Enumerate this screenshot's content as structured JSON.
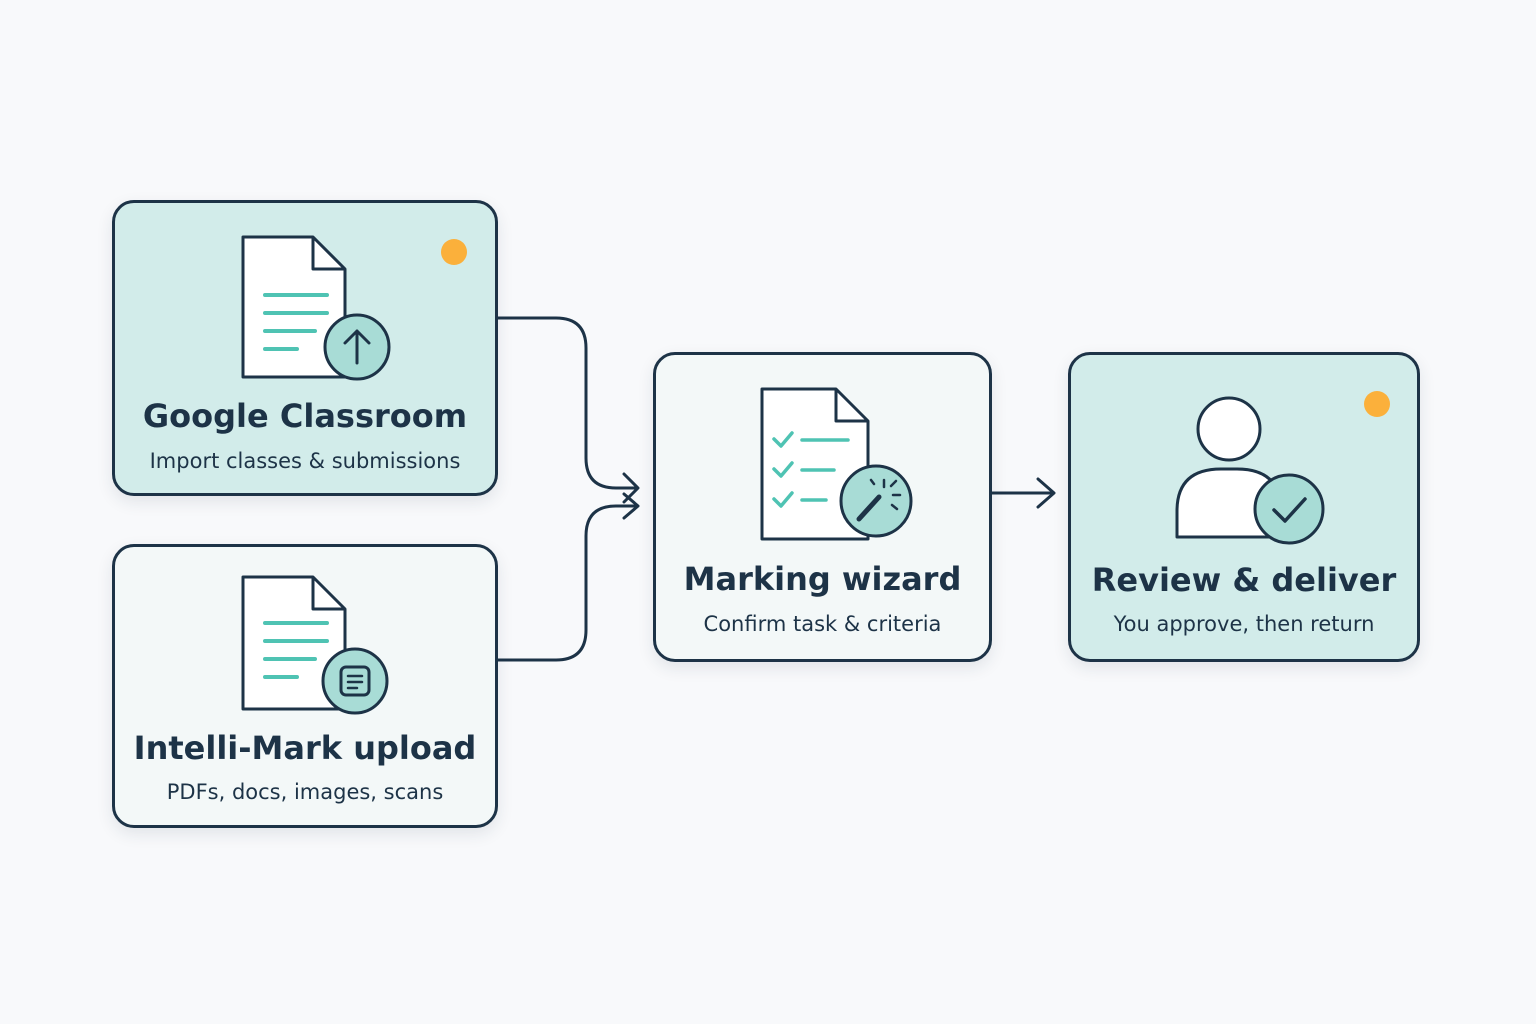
{
  "colors": {
    "ink": "#1d3347",
    "teal_fill": "#d2ecea",
    "light_fill": "#f3f8f8",
    "accent_line": "#4fc3b3",
    "badge_fill": "#a8dcd6",
    "status_dot": "#fbb03b"
  },
  "steps": [
    {
      "title": "Google Classroom",
      "subtitle": "Import classes & submissions",
      "icon": "document-upload-icon",
      "status_dot": true
    },
    {
      "title": "Intelli-Mark upload",
      "subtitle": "PDFs, docs, images, scans",
      "icon": "document-file-icon",
      "status_dot": false
    },
    {
      "title": "Marking wizard",
      "subtitle": "Confirm task & criteria",
      "icon": "checklist-wand-icon",
      "status_dot": false
    },
    {
      "title": "Review & deliver",
      "subtitle": "You approve, then return",
      "icon": "user-check-icon",
      "status_dot": true
    }
  ]
}
